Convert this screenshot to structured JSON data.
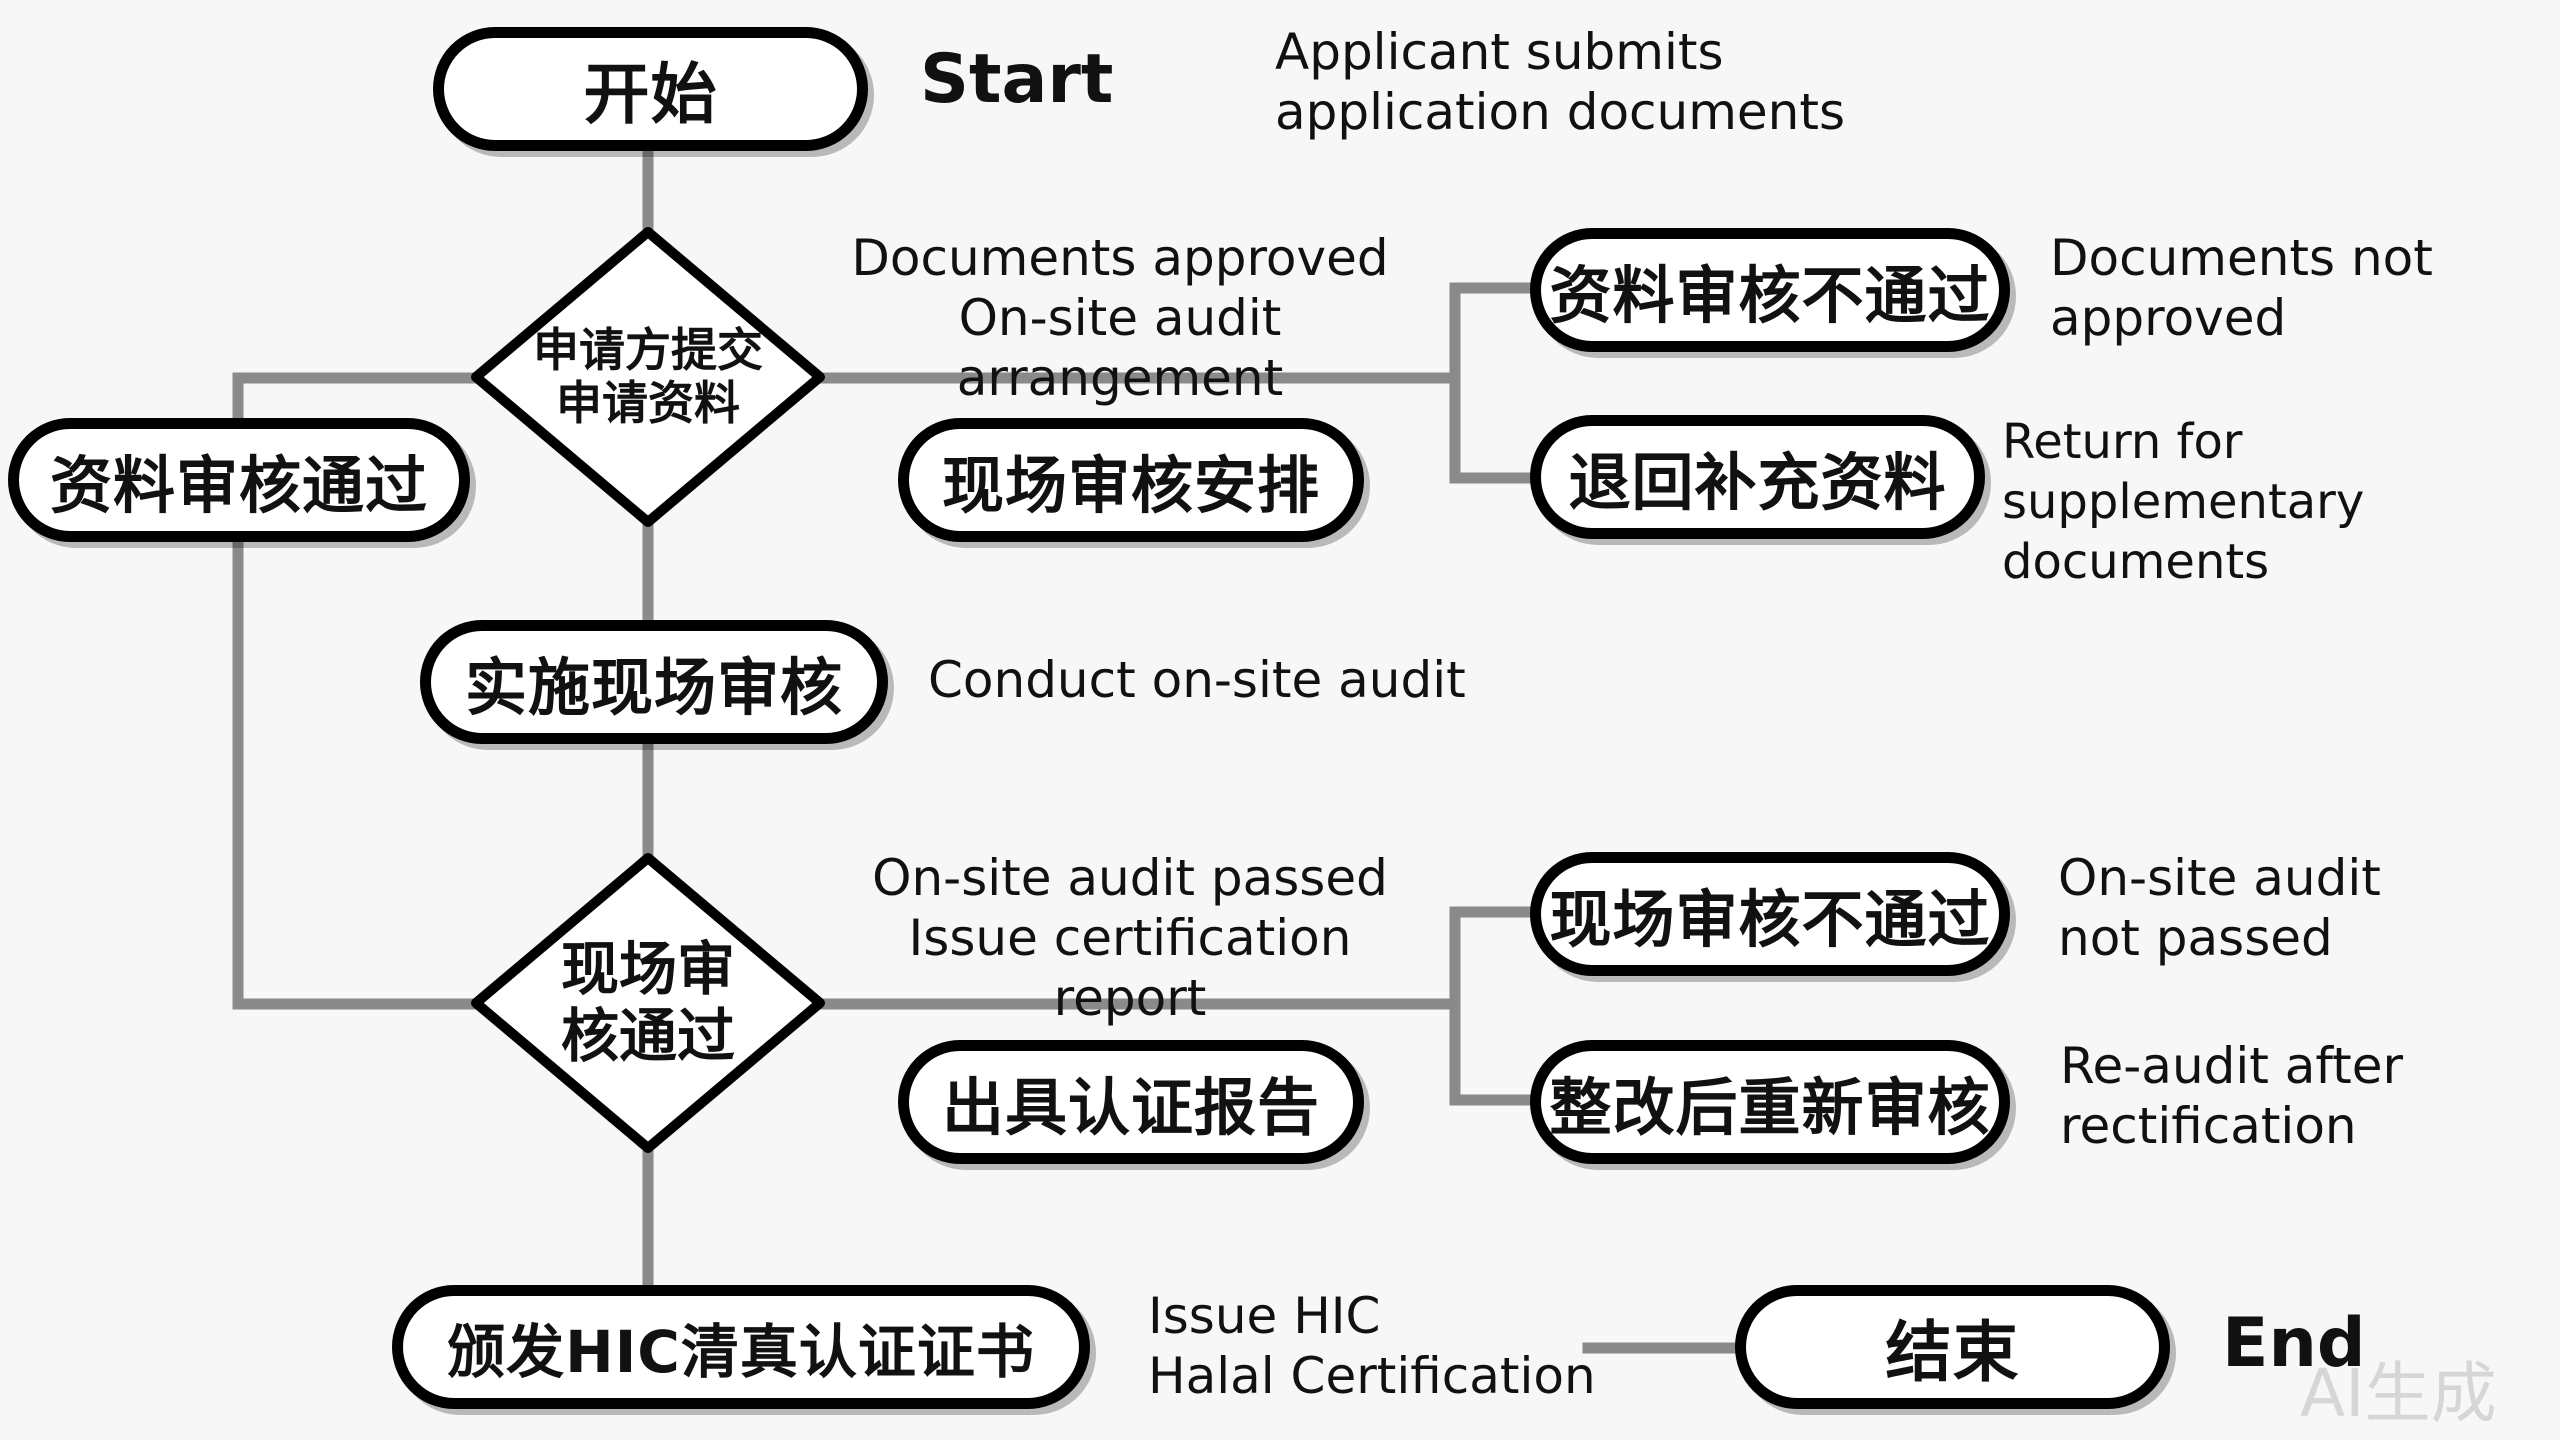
{
  "nodes": {
    "start": "开始",
    "submit_decision": "申请方提交\n申请资料",
    "docs_approved": "资料审核通过",
    "onsite_arrangement": "现场审核安排",
    "docs_not_approved": "资料审核不通过",
    "return_supplement": "退回补充资料",
    "conduct_audit": "实施现场审核",
    "audit_decision": "现场审\n核通过",
    "audit_not_passed": "现场审核不通过",
    "issue_report": "出具认证报告",
    "reaudit": "整改后重新审核",
    "issue_certificate": "颁发HIC清真认证证书",
    "end": "结束"
  },
  "labels": {
    "start_en": "Start",
    "start_desc": "Applicant submits\napplication documents",
    "approved_desc": "Documents approved\nOn-site audit arrangement",
    "not_approved_desc": "Documents not\napproved",
    "return_desc": "Return for\nsupplementary documents",
    "conduct_desc": "Conduct on-site audit",
    "passed_desc": "On-site audit passed\nIssue certification report",
    "not_passed_desc": "On-site audit\nnot passed",
    "reaudit_desc": "Re-audit after\nrectification",
    "certificate_desc": "Issue HIC\nHalal Certification",
    "end_en": "End"
  },
  "watermark": "AI生成",
  "colors": {
    "connector": "#8a8a8a",
    "border": "#000000",
    "background": "#f7f7f7"
  }
}
